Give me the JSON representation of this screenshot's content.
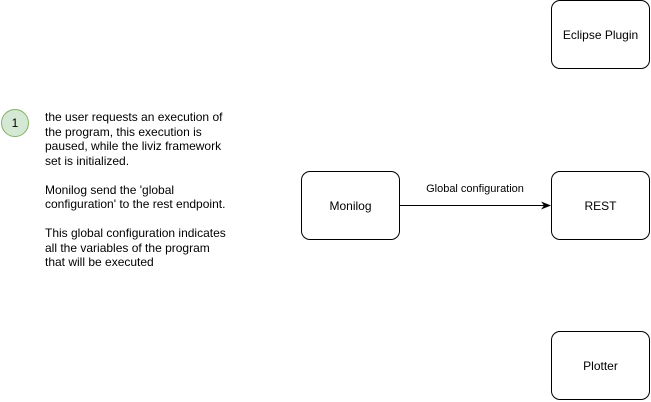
{
  "step": {
    "number": "1",
    "paragraphs": [
      "the user requests an execution of\nthe program, this execution is\npaused, while the liviz framework\nset is initialized.",
      "Monilog send the 'global\nconfiguration' to the rest endpoint.",
      "This global configuration indicates\nall the variables of the program\nthat will be executed"
    ]
  },
  "nodes": {
    "eclipse_plugin": "Eclipse Plugin",
    "monilog": "Monilog",
    "rest": "REST",
    "plotter": "Plotter"
  },
  "edges": {
    "monilog_to_rest": "Global configuration"
  }
}
